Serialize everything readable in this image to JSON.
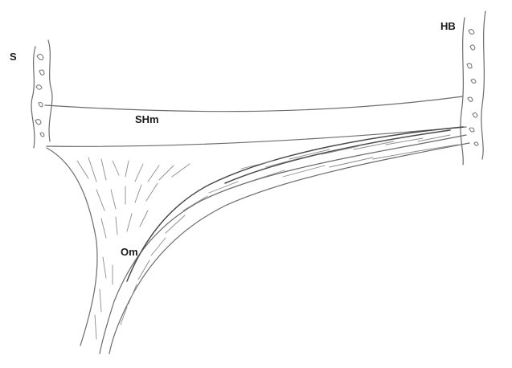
{
  "labels": {
    "s": "S",
    "hb": "HB",
    "shm": "SHm",
    "om": "Om"
  }
}
